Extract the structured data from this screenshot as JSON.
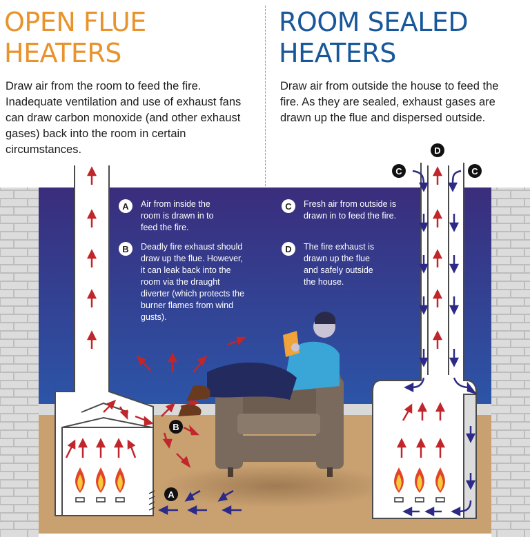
{
  "left": {
    "heading": "OPEN FLUE HEATERS",
    "description": "Draw air from the room to feed the fire. Inadequate ventilation and use of exhaust fans can draw carbon monoxide (and other exhaust gases) back into the room in certain circumstances."
  },
  "right": {
    "heading": "ROOM SEALED HEATERS",
    "description": "Draw air from outside the house to feed the fire. As they are sealed, exhaust gases are drawn up the flue and dispersed outside."
  },
  "callouts": {
    "a": {
      "badge": "A",
      "text": "Air from inside the room is drawn in to feed the fire."
    },
    "b": {
      "badge": "B",
      "text": "Deadly fire exhaust should draw up the flue.  However, it can leak back into the room via the draught diverter  (which protects the burner flames from wind gusts)."
    },
    "c": {
      "badge": "C",
      "text": "Fresh air from outside is drawn in to feed the fire."
    },
    "d": {
      "badge": "D",
      "text": "The fire exhaust is drawn up the flue and safely outside the house."
    }
  },
  "markers": {
    "a": "A",
    "b": "B",
    "c": "C",
    "d": "D"
  },
  "colors": {
    "open_flue_heading": "#e8932c",
    "room_sealed_heading": "#17579a",
    "wall_top": "#3a2d7c",
    "wall_bottom": "#2c55a8",
    "floor": "#c9a171",
    "brick": "#dcdcdc",
    "exhaust_arrow": "#c0262b",
    "fresh_air_arrow": "#2c2a86",
    "armchair": "#7a6a5d",
    "shirt": "#3aa6d8",
    "trousers": "#232a5e",
    "book": "#f0a33a"
  }
}
